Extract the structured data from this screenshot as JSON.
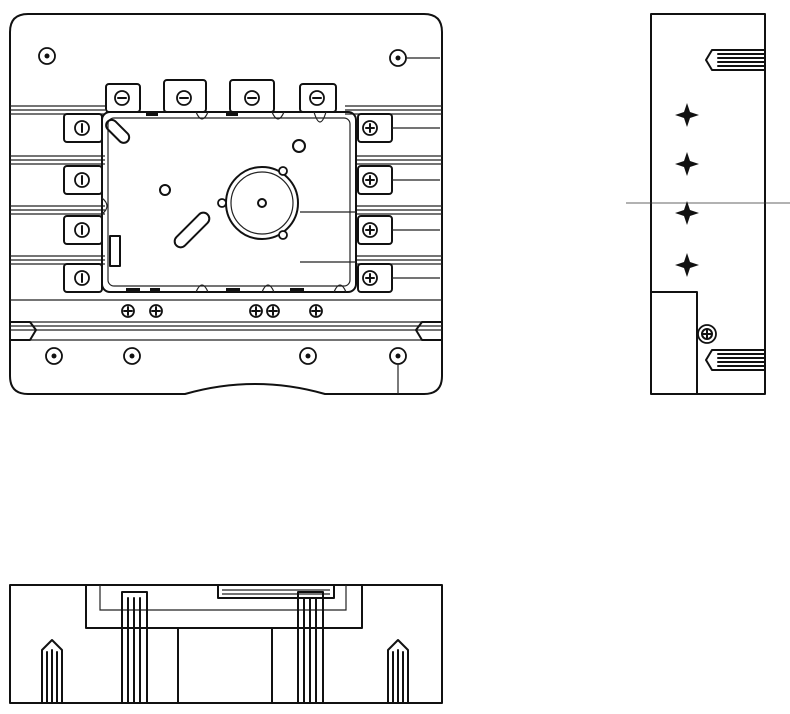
{
  "drawing": {
    "type": "orthographic engineering drawing (mold base)",
    "views": [
      "front-view",
      "side-view",
      "bottom-view"
    ],
    "line_color": "#111111",
    "background": "#ffffff"
  }
}
